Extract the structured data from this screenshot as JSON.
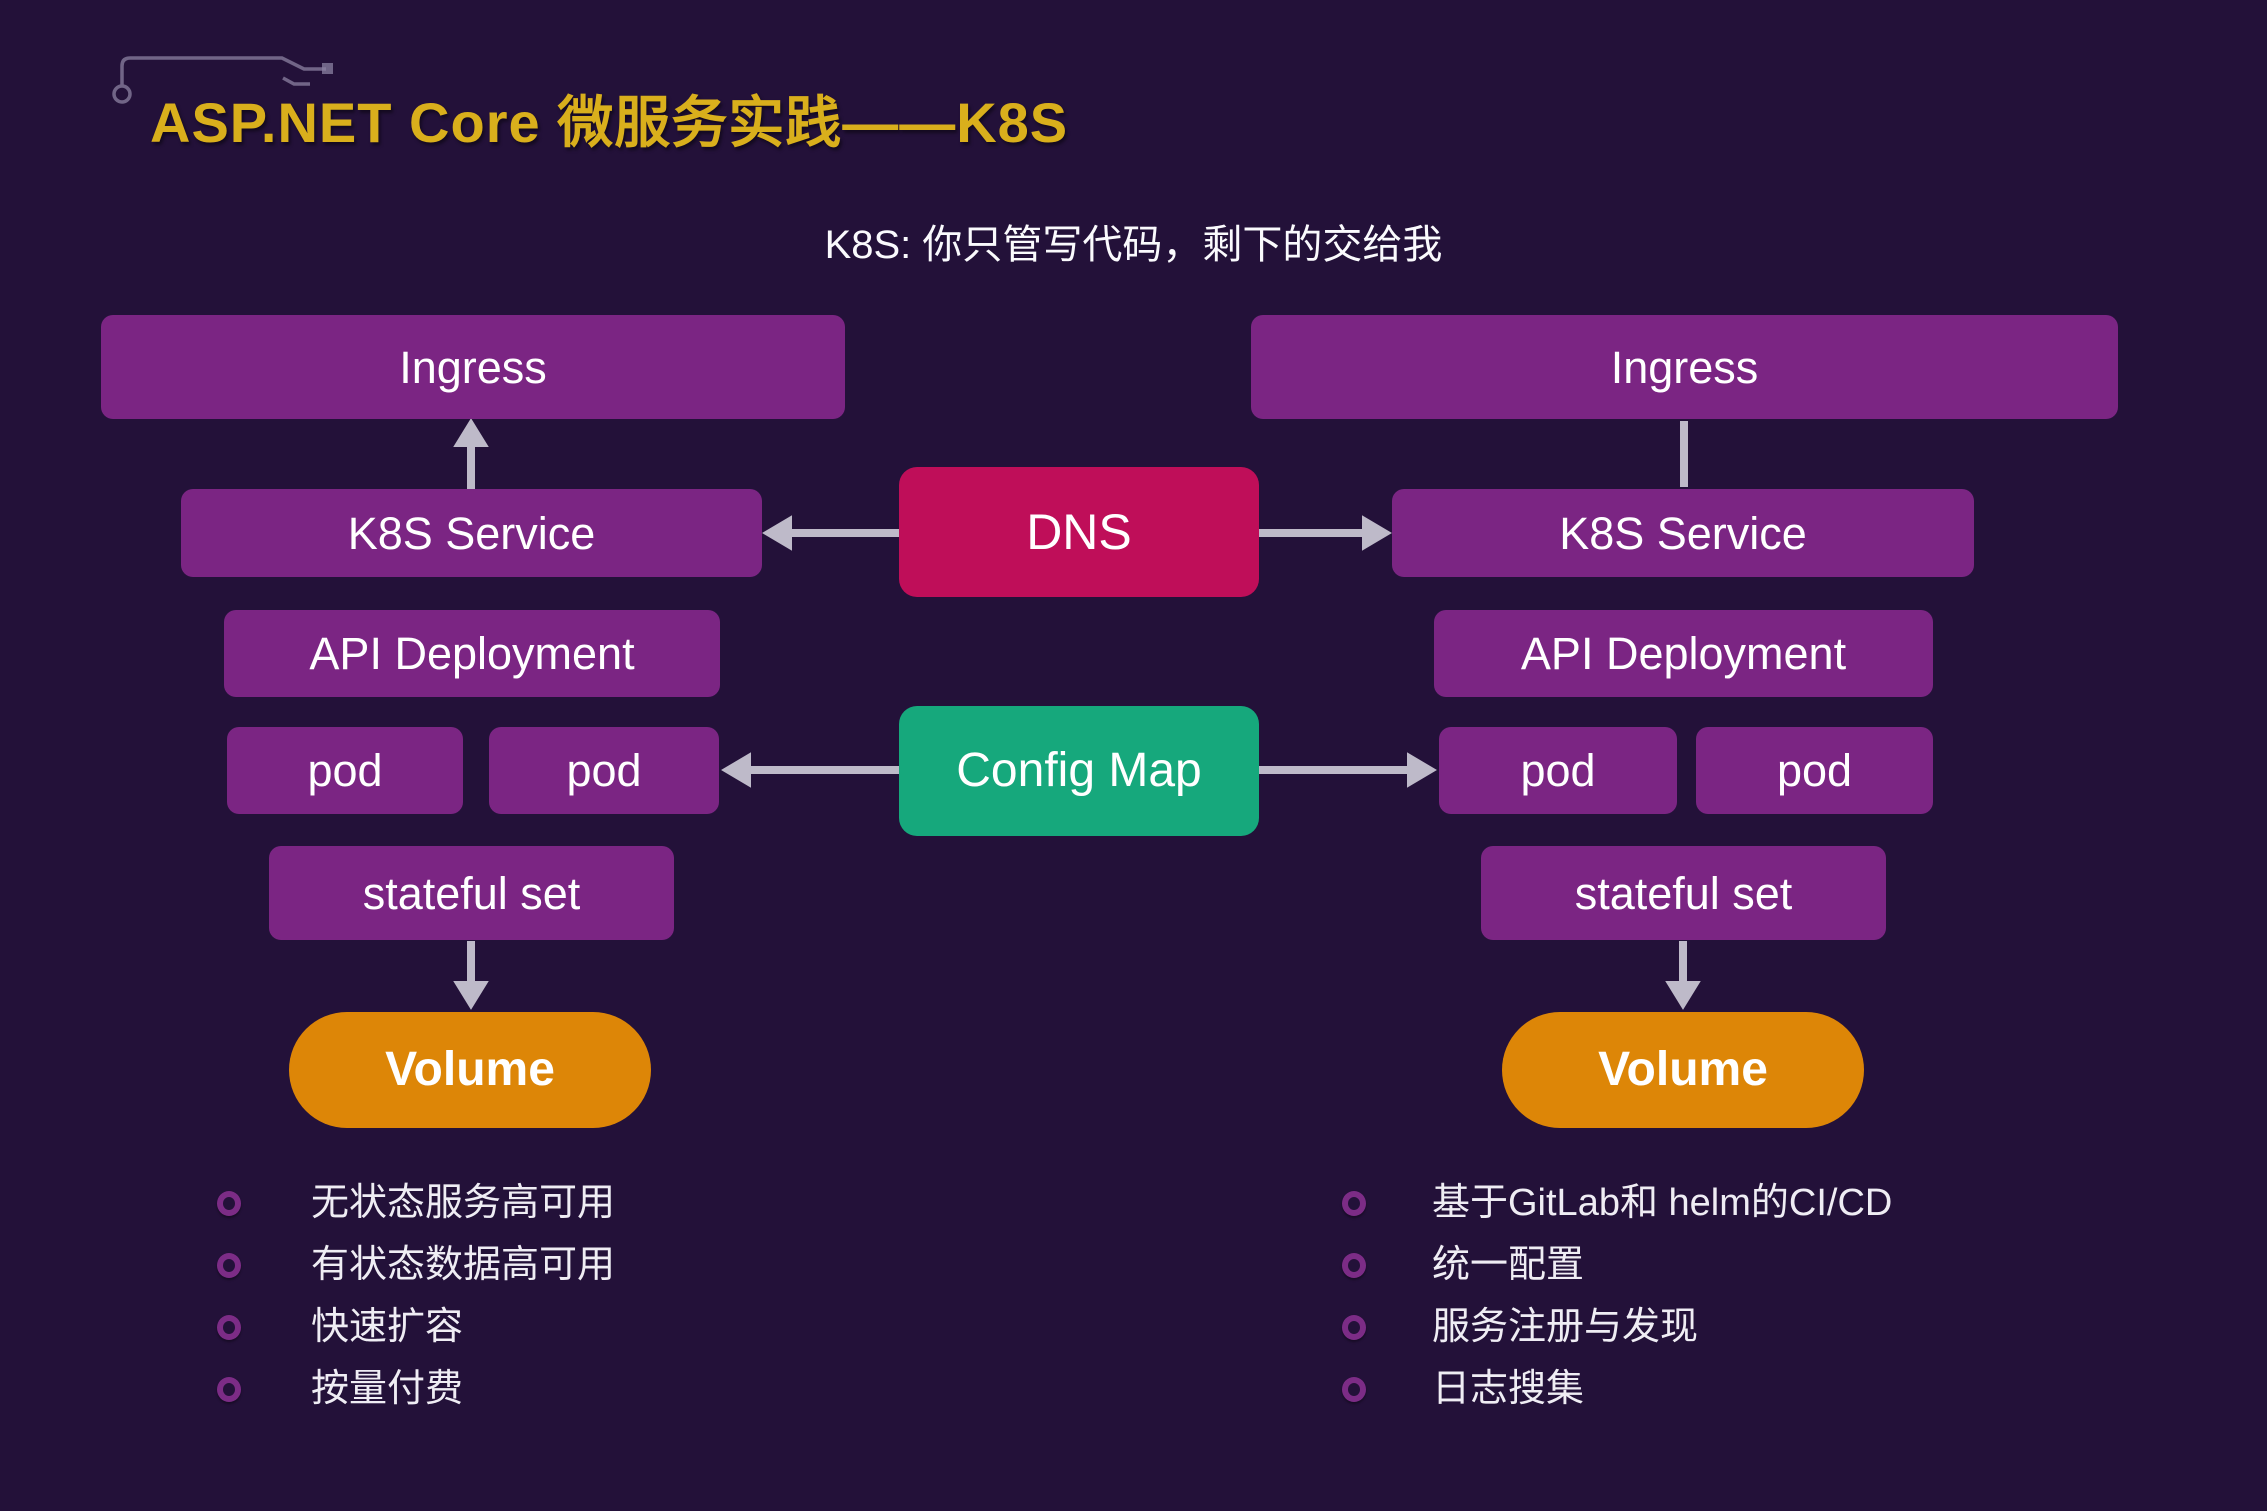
{
  "title": "ASP.NET Core 微服务实践——K8S",
  "subtitle": "K8S: 你只管写代码，剩下的交给我",
  "diagram": {
    "left": {
      "ingress": "Ingress",
      "service": "K8S Service",
      "deployment": "API Deployment",
      "pods": [
        "pod",
        "pod"
      ],
      "stateful_set": "stateful set",
      "volume": "Volume"
    },
    "center": {
      "dns": "DNS",
      "config_map": "Config Map"
    },
    "right": {
      "ingress": "Ingress",
      "service": "K8S Service",
      "deployment": "API Deployment",
      "pods": [
        "pod",
        "pod"
      ],
      "stateful_set": "stateful set",
      "volume": "Volume"
    }
  },
  "bullets": {
    "left": [
      "无状态服务高可用",
      "有状态数据高可用",
      "快速扩容",
      "按量付费"
    ],
    "right": [
      "基于GitLab和 helm的CI/CD",
      "统一配置",
      "服务注册与发现",
      "日志搜集"
    ]
  },
  "colors": {
    "background": "#231139",
    "node_purple": "#7B2583",
    "dns_crimson": "#BF0E59",
    "config_teal": "#16A87C",
    "volume_orange": "#DD8607",
    "arrow_gray": "#BEBAC9",
    "title_gold": "#D9AF1C",
    "bullet_ring_purple": "#7C2C86"
  }
}
